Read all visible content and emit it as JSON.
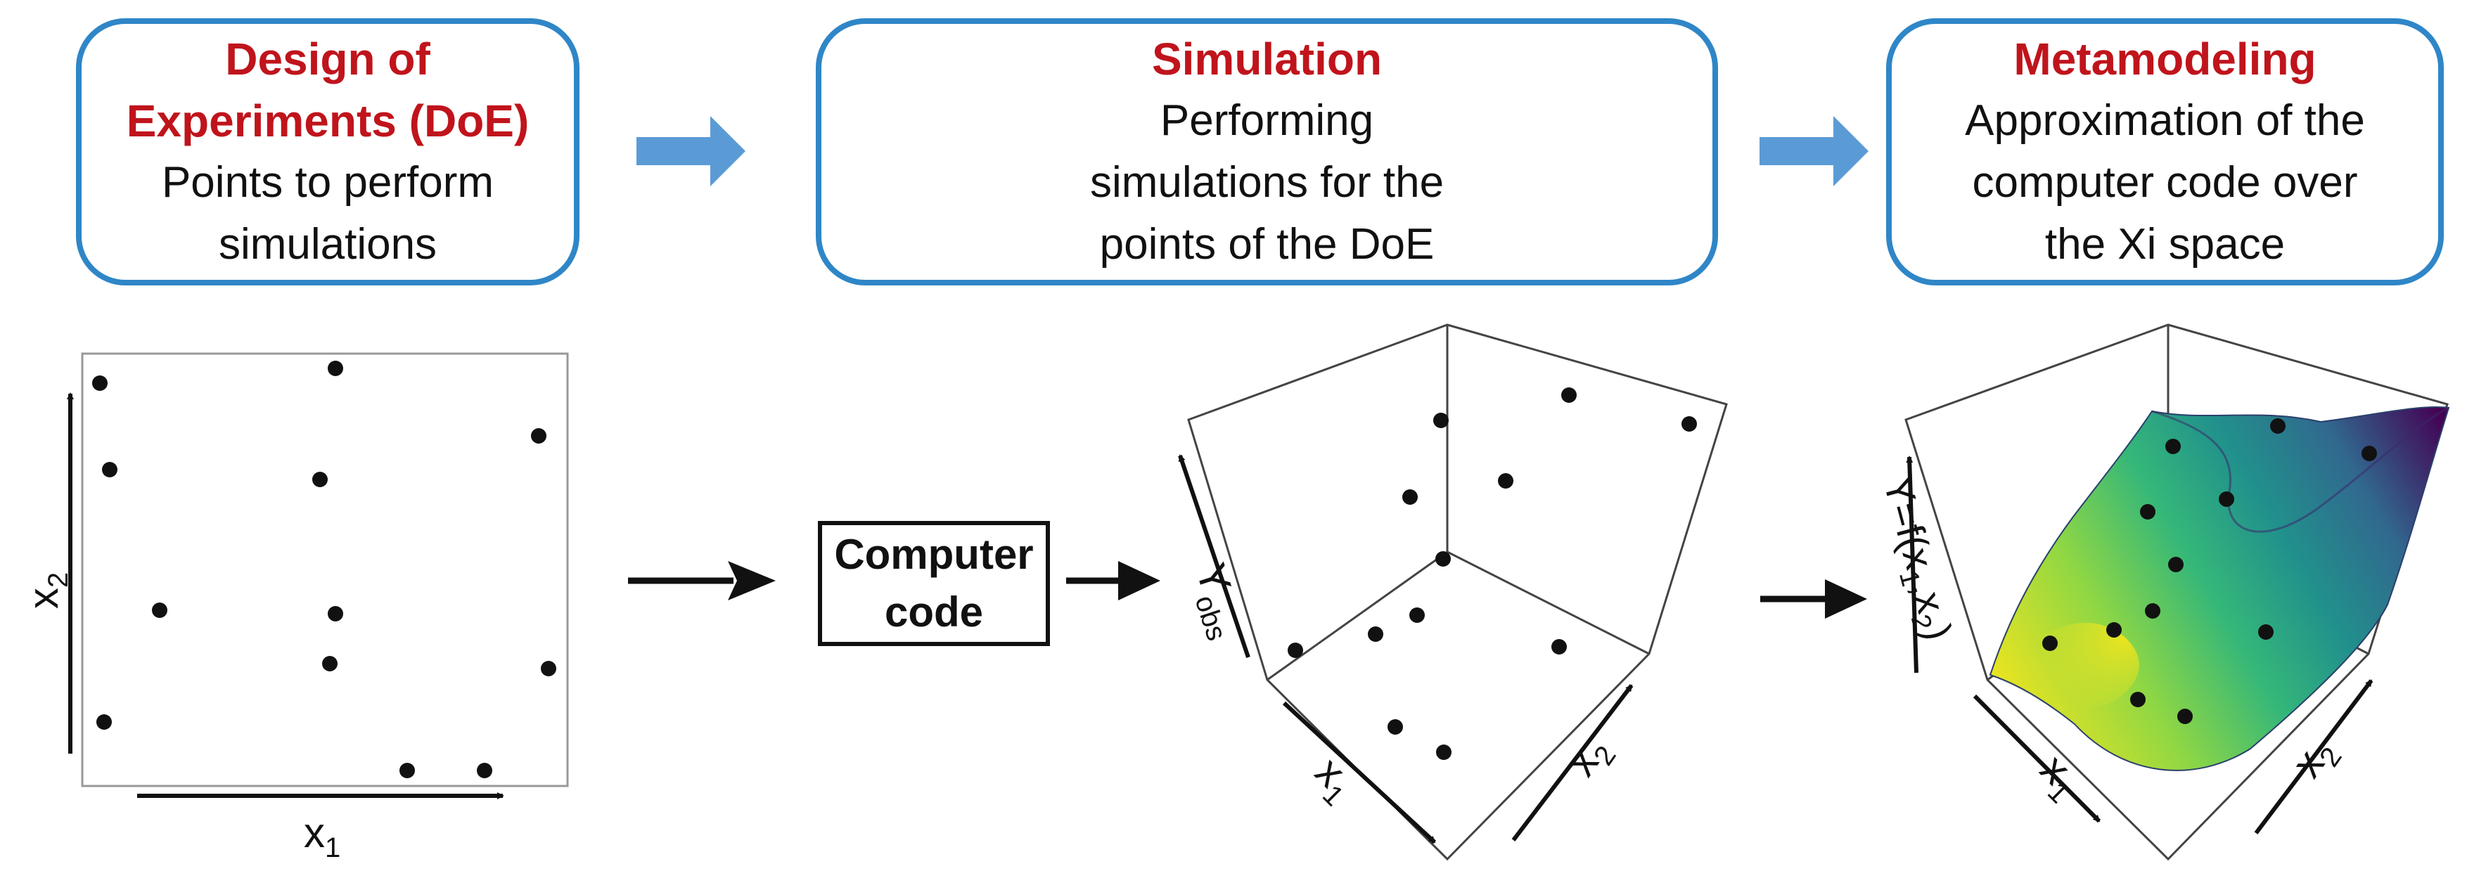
{
  "boxes": {
    "doe": {
      "title": "Design of\nExperiments (DoE)",
      "description": "Points to perform\nsimulations"
    },
    "sim": {
      "title": "Simulation",
      "description": "Performing\nsimulations for the\npoints of the DoE"
    },
    "meta": {
      "title": "Metamodeling",
      "description": "Approximation of the\ncomputer code over\nthe Xi space"
    }
  },
  "computer_code": {
    "line1": "Computer",
    "line2": "code"
  },
  "doe_plot": {
    "x_label": "x",
    "x_sub": "1",
    "y_label": "x",
    "y_sub": "2"
  },
  "sim_plot": {
    "x1_label": "x",
    "x1_sub": "1",
    "x2_label": "x",
    "x2_sub": "2",
    "y_label": "Y",
    "y_sub": "obs"
  },
  "meta_plot": {
    "x1_label": "x",
    "x1_sub": "1",
    "x2_label": "x",
    "x2_sub": "2",
    "y_label": "Y=f(x",
    "y_sub1": "1",
    "y_mid": ",x",
    "y_sub2": "2",
    "y_end": ")"
  },
  "colors": {
    "box_border": "#2f86c7",
    "title_red": "#c0141c",
    "flow_arrow_blue": "#5b9bd5",
    "surface_yellow": "#f2e51d",
    "surface_teal": "#2a8f8c",
    "surface_purple": "#44154f"
  }
}
